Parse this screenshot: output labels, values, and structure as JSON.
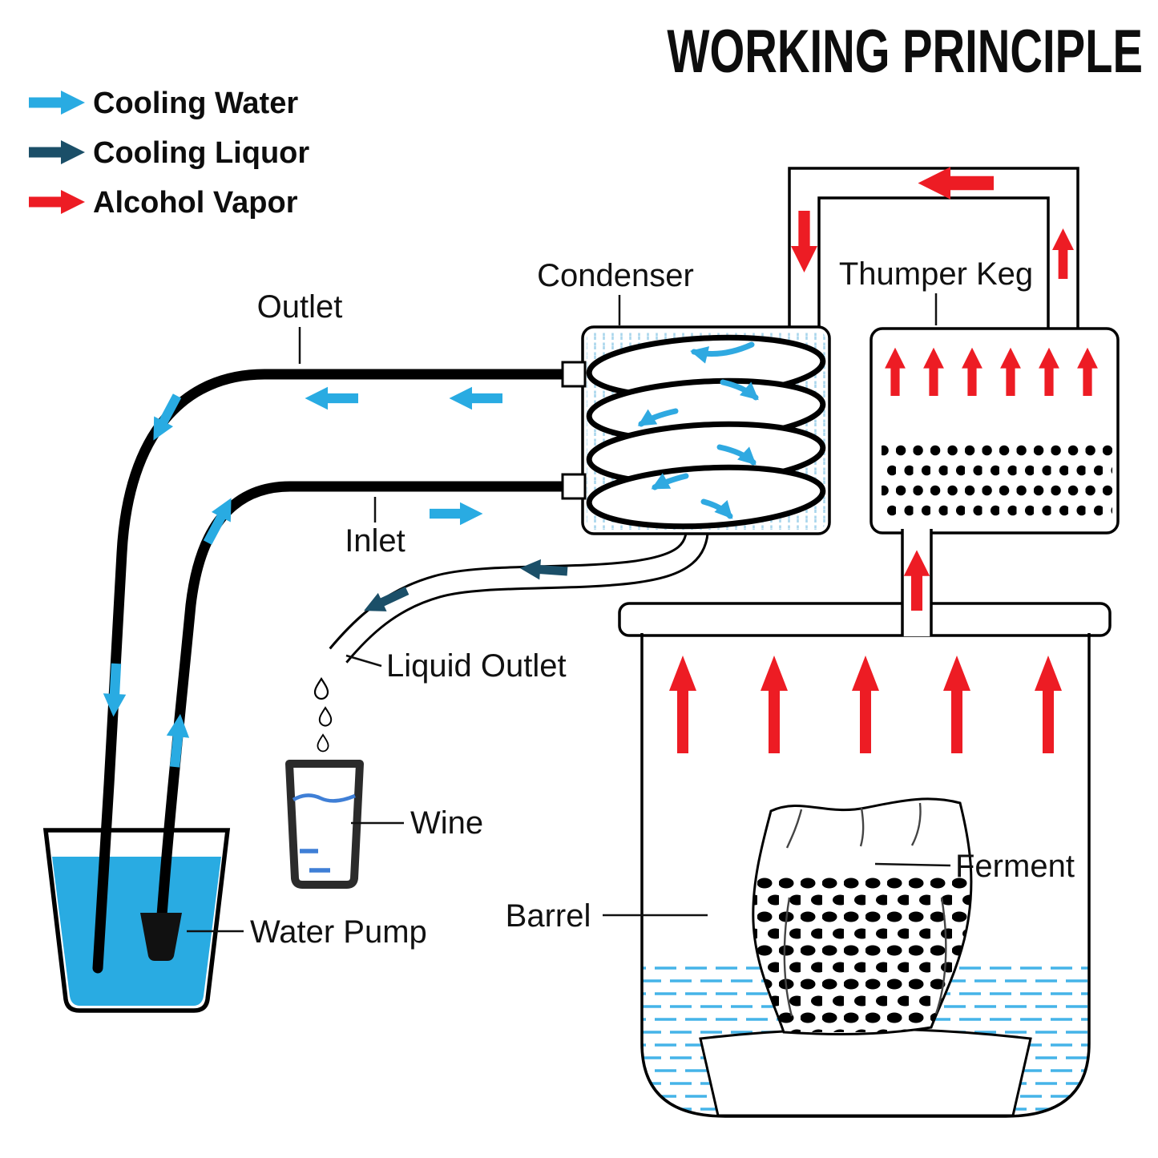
{
  "title": "WORKING PRINCIPLE",
  "legend": {
    "items": [
      {
        "label": "Cooling Water",
        "color": "#29ABE2"
      },
      {
        "label": "Cooling Liquor",
        "color": "#1B4F68"
      },
      {
        "label": "Alcohol Vapor",
        "color": "#ED1C24"
      }
    ]
  },
  "labels": {
    "condenser": "Condenser",
    "thumper_keg": "Thumper Keg",
    "outlet": "Outlet",
    "inlet": "Inlet",
    "liquid_outlet": "Liquid Outlet",
    "wine": "Wine",
    "water_pump": "Water Pump",
    "barrel": "Barrel",
    "ferment": "Ferment"
  },
  "colors": {
    "cooling_water": "#29ABE2",
    "cooling_liquor": "#1B4F68",
    "alcohol_vapor": "#ED1C24",
    "water_fill": "#29ABE2",
    "hatch_blue": "#A9D6EC",
    "outline": "#000000"
  }
}
